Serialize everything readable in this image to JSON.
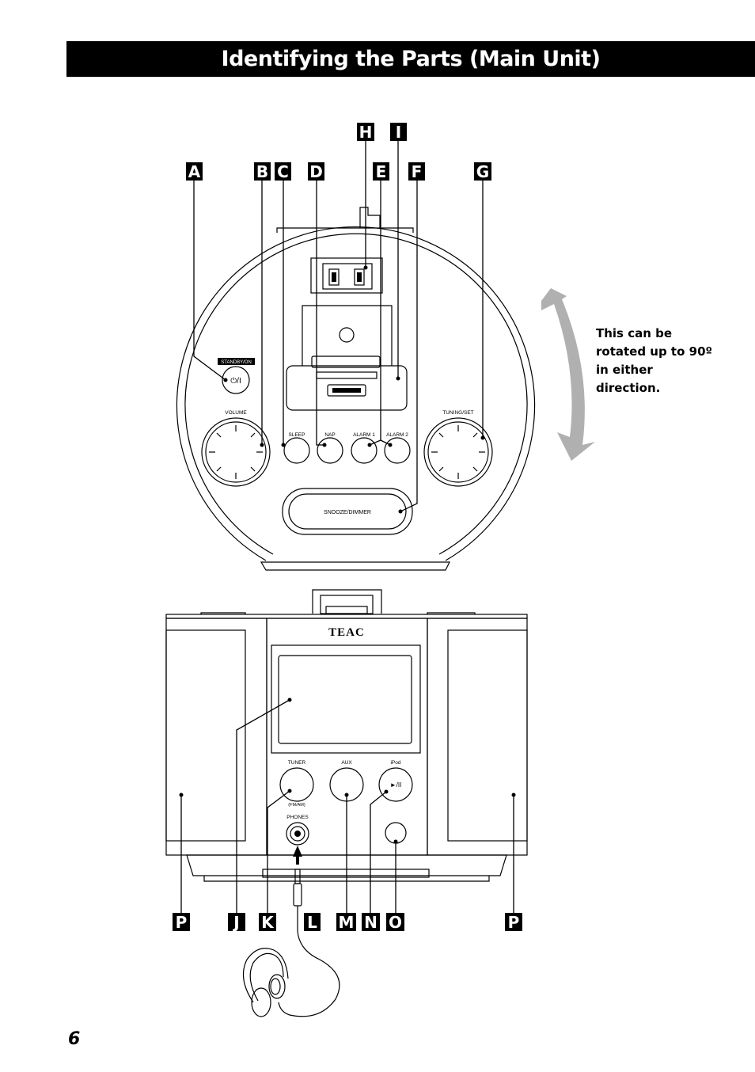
{
  "header": {
    "title": "Identifying the Parts (Main Unit)"
  },
  "note": {
    "rotate_text": "This can be rotated up to 90º in either direction."
  },
  "footer": {
    "page_number": "6"
  },
  "labels": [
    "A",
    "B",
    "C",
    "D",
    "E",
    "F",
    "G",
    "H",
    "I",
    "J",
    "K",
    "L",
    "M",
    "N",
    "O",
    "P"
  ],
  "top_unit": {
    "standby": "STANDBY/ON",
    "power_symbol": "⏻/I",
    "volume": "VOLUME",
    "tuning": "TUNING/SET",
    "sleep": "SLEEP",
    "nap": "NAP",
    "alarm1": "ALARM 1",
    "alarm2": "ALARM 2",
    "snooze": "SNOOZE/DIMMER"
  },
  "front_unit": {
    "brand": "TEAC",
    "tuner": "TUNER",
    "tuner_sub": "(FM/AM)",
    "aux": "AUX",
    "ipod": "iPod",
    "play_symbol": "►/II",
    "phones": "PHONES"
  },
  "colors": {
    "title_bg": "#000000",
    "arrow": "#b0b0b0"
  }
}
